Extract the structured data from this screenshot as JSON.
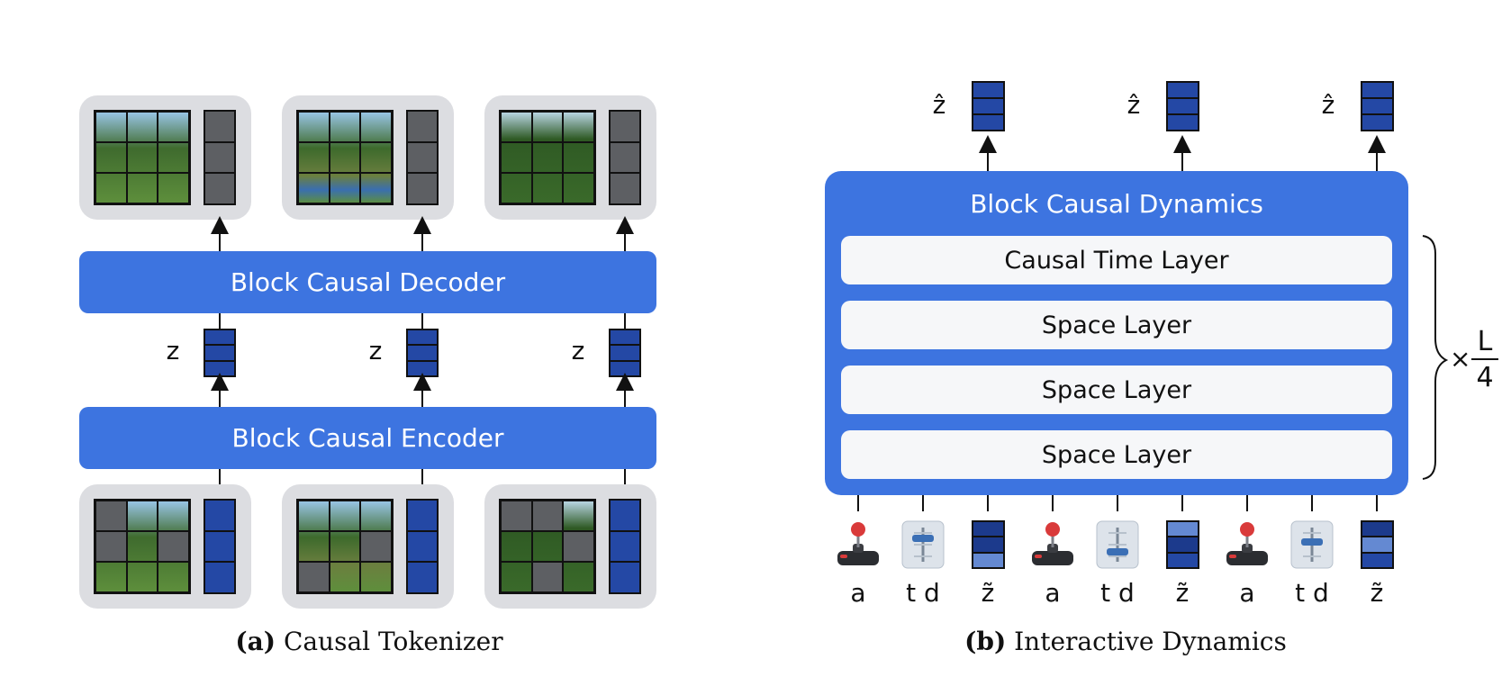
{
  "panel_a": {
    "caption_prefix": "(a)",
    "caption_text": "Causal Tokenizer",
    "decoder_label": "Block Causal Decoder",
    "encoder_label": "Block Causal Encoder",
    "latent_label": "z",
    "colors": {
      "block": "#3d74e0",
      "token_dark": "#2448a5",
      "token_gray": "#5d5f63",
      "card": "#dcdde1"
    }
  },
  "panel_b": {
    "caption_prefix": "(b)",
    "caption_text": "Interactive Dynamics",
    "dynamics_label": "Block Causal Dynamics",
    "layers": [
      "Causal Time Layer",
      "Space Layer",
      "Space Layer",
      "Space Layer"
    ],
    "output_label": "ẑ",
    "repeat_prefix": "×",
    "repeat_numerator": "L",
    "repeat_denominator": "4",
    "inputs": [
      {
        "label": "a",
        "icon": "joystick-icon"
      },
      {
        "label": "t d",
        "icon": "slider-icon"
      },
      {
        "label": "z̃",
        "icon": "noisy-token-icon"
      },
      {
        "label": "a",
        "icon": "joystick-icon"
      },
      {
        "label": "t d",
        "icon": "slider-icon"
      },
      {
        "label": "z̃",
        "icon": "noisy-token-icon"
      },
      {
        "label": "a",
        "icon": "joystick-icon"
      },
      {
        "label": "t d",
        "icon": "slider-icon"
      },
      {
        "label": "z̃",
        "icon": "noisy-token-icon"
      }
    ]
  }
}
